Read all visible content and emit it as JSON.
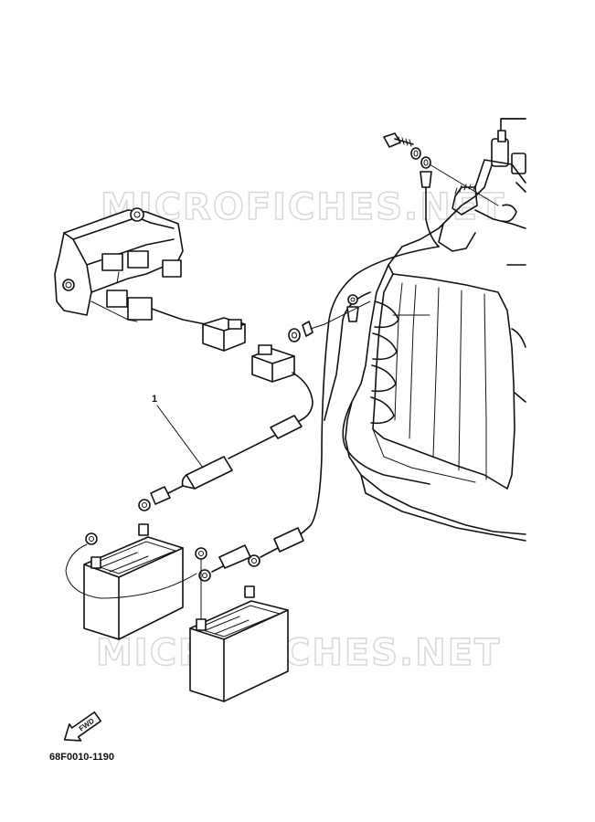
{
  "watermark": {
    "text_top": "MICROFICHES.NET",
    "text_bottom": "MICROFICHES.NET"
  },
  "callouts": [
    {
      "label": "1"
    }
  ],
  "fwd_arrow": {
    "label": "FWD",
    "icon": "forward-arrow-icon"
  },
  "diagram_code": "68F0010-1190"
}
